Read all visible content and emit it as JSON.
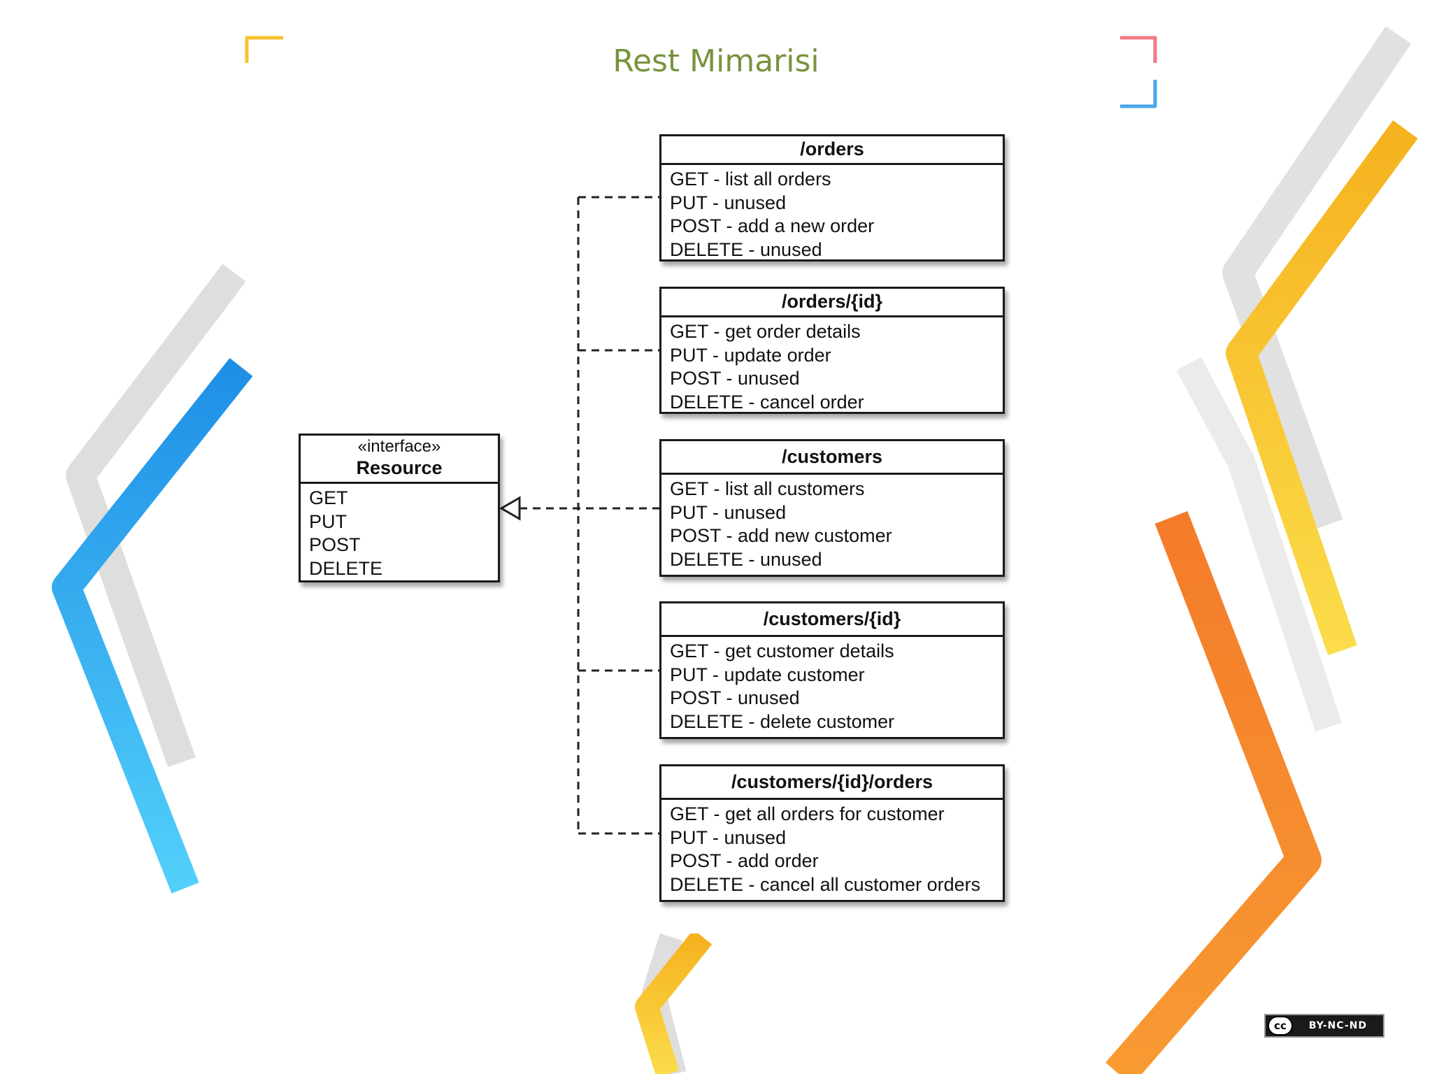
{
  "slide": {
    "title": "Rest Mimarisi"
  },
  "interface_box": {
    "stereotype": "«interface»",
    "name": "Resource",
    "methods": [
      "GET",
      "PUT",
      "POST",
      "DELETE"
    ]
  },
  "resources": [
    {
      "path": "/orders",
      "rows": [
        "GET - list all orders",
        "PUT - unused",
        "POST - add a new order",
        "DELETE -  unused"
      ]
    },
    {
      "path": "/orders/{id}",
      "rows": [
        "GET - get order details",
        "PUT - update order",
        "POST - unused",
        "DELETE - cancel order"
      ]
    },
    {
      "path": "/customers",
      "rows": [
        "GET - list all customers",
        "PUT - unused",
        "POST - add new customer",
        "DELETE - unused"
      ]
    },
    {
      "path": "/customers/{id}",
      "rows": [
        "GET - get customer details",
        "PUT - update customer",
        "POST - unused",
        "DELETE - delete customer"
      ]
    },
    {
      "path": "/customers/{id}/orders",
      "rows": [
        "GET - get all orders for customer",
        "PUT - unused",
        "POST - add order",
        "DELETE - cancel all customer orders"
      ]
    }
  ],
  "license_badge": {
    "icon": "cc-icon",
    "circle": "cc",
    "text": "BY-NC-ND"
  },
  "colors": {
    "title": "#77933c",
    "blue": "#2f9ee8",
    "yellow": "#f7c22e",
    "orange": "#f5892a",
    "gray": "#cfcfcf"
  }
}
